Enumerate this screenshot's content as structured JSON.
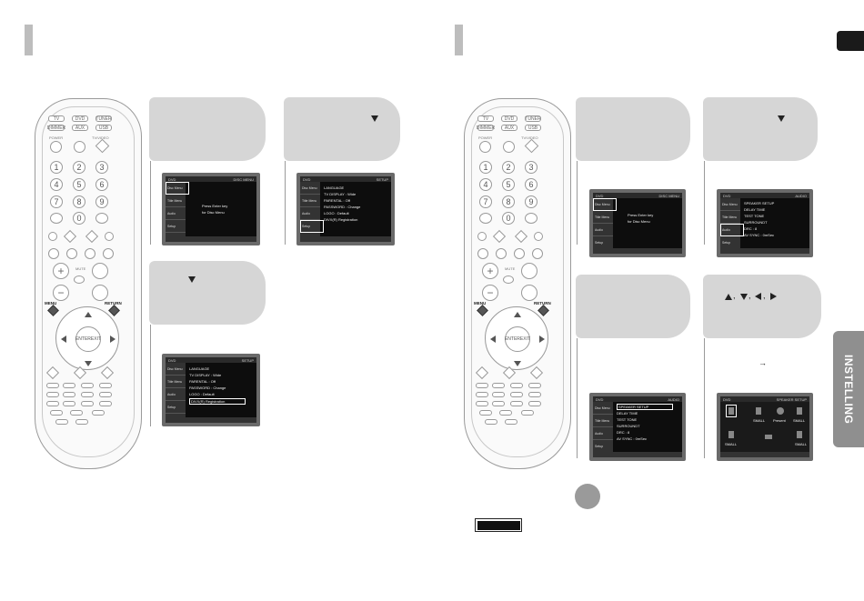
{
  "side_tab": {
    "label": "INSTELLING"
  },
  "remote": {
    "top_labels": [
      "TV",
      "DVD",
      "TUNER",
      "DIMMER",
      "AUX",
      "USB"
    ],
    "power_label": "POWER",
    "tvvideo_label": "TV/VIDEO",
    "numbers": [
      "1",
      "2",
      "3",
      "4",
      "5",
      "6",
      "7",
      "8",
      "9",
      "0"
    ],
    "menu_label": "MENU",
    "return_label": "RETURN",
    "enter_label": "ENTER",
    "enter_sub": "EXIT",
    "mute_label": "MUTE"
  },
  "screens": {
    "disc_menu": {
      "header": "DISC MENU",
      "lines": [
        "Press Enter key",
        "for Disc Menu"
      ],
      "sidebar": [
        "Disc Menu",
        "Title Menu",
        "Audio",
        "Setup"
      ]
    },
    "setup": {
      "header": "SETUP",
      "lines": [
        "LANGUAGE",
        "TV DISPLAY : Wide",
        "PARENTAL : Off",
        "PASSWORD : Change",
        "LOGO : Default",
        "DIVX(R) Registration"
      ],
      "sidebar": [
        "Disc Menu",
        "Title Menu",
        "Audio",
        "Setup"
      ]
    },
    "audio": {
      "header": "AUDIO",
      "lines": [
        "SPEAKER SETUP",
        "DELAY TIME",
        "TEST TONE",
        "SURROUNDT",
        "DRC : 8",
        "AV SYNC : 0mSec"
      ],
      "sidebar": [
        "Disc Menu",
        "Title Menu",
        "Audio",
        "Setup"
      ]
    },
    "speaker": {
      "header": "SPEAKER SETUP",
      "labels": [
        "SMALL",
        "Present",
        "SMALL",
        "SMALL",
        "SMALL"
      ]
    }
  }
}
